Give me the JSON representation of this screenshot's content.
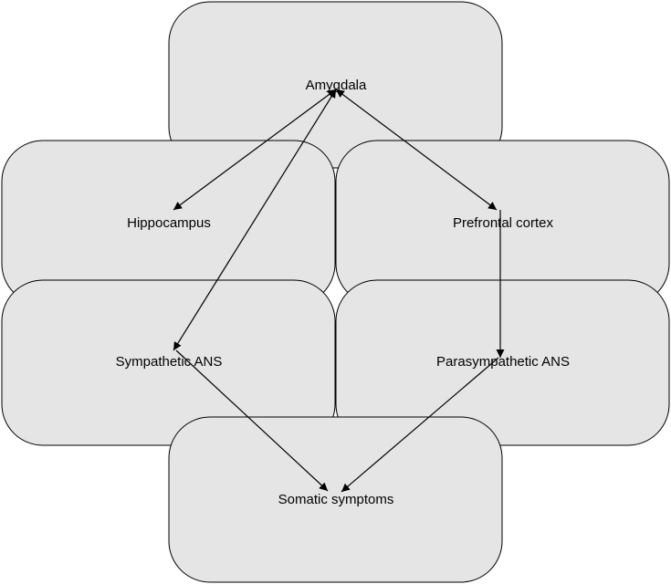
{
  "nodes": {
    "amygdala": "Amygdala",
    "hippocampus": "Hippocampus",
    "prefrontal_cortex": "Prefrontal cortex",
    "sympathetic_ans": "Sympathetic ANS",
    "parasympathetic_ans": "Parasympathetic ANS",
    "somatic_symptoms": "Somatic symptoms"
  },
  "edges": [
    {
      "from": "amygdala",
      "to": "hippocampus",
      "bidirectional": true
    },
    {
      "from": "amygdala",
      "to": "prefrontal_cortex",
      "bidirectional": true
    },
    {
      "from": "amygdala",
      "to": "sympathetic_ans",
      "bidirectional": true
    },
    {
      "from": "prefrontal_cortex",
      "to": "parasympathetic_ans",
      "bidirectional": false
    },
    {
      "from": "sympathetic_ans",
      "to": "somatic_symptoms",
      "bidirectional": false
    },
    {
      "from": "parasympathetic_ans",
      "to": "somatic_symptoms",
      "bidirectional": false
    }
  ],
  "colors": {
    "box_fill": "#e5e5e5",
    "stroke": "#000000"
  }
}
